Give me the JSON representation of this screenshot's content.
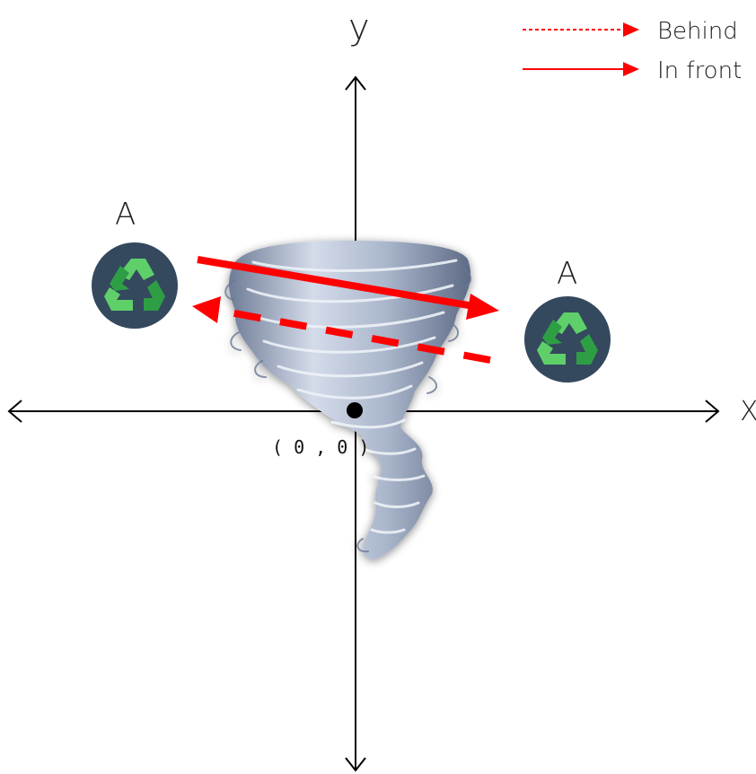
{
  "axes": {
    "x_label": "X",
    "y_label": "y",
    "origin_label": "( 0 , 0 )"
  },
  "legend": {
    "behind_label": "Behind",
    "in_front_label": "In front"
  },
  "objects": {
    "left_label": "A",
    "right_label": "A"
  },
  "colors": {
    "arrow": "#ff0000",
    "axis": "#000000",
    "recycle_bg": "#34495e",
    "recycle_light": "#5fcf6a",
    "recycle_dark": "#2e9e45",
    "tornado_light": "#c9d3e2",
    "tornado_mid": "#8f9db8",
    "tornado_dark": "#5e6b86"
  },
  "icons": [
    "recycle-icon",
    "tornado-icon",
    "origin-dot-icon"
  ]
}
